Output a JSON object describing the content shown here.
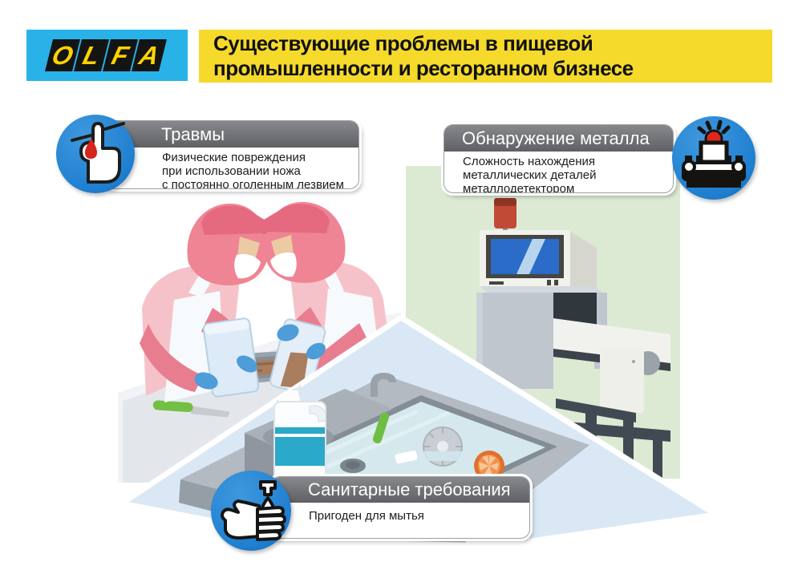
{
  "header": {
    "logo": {
      "brand": "OLFA",
      "letters": [
        "O",
        "L",
        "F",
        "A"
      ]
    },
    "title": {
      "line1": "Существующие проблемы в пищевой",
      "line2": "промышленности и ресторанном бизнесе"
    }
  },
  "callouts": [
    {
      "title": "Травмы",
      "body_lines": [
        "Физические повреждения",
        "при использовании ножа",
        "с постоянно оголенным лезвием"
      ],
      "icon": "cut-finger-icon"
    },
    {
      "title": "Обнаружение металла",
      "body_lines": [
        "Сложность нахождения",
        "металлических деталей",
        "металлодетектором"
      ],
      "icon": "metal-detector-icon"
    },
    {
      "title": "Санитарные требования",
      "body_lines": [
        "Пригоден для мытья"
      ],
      "icon": "hand-washing-icon"
    }
  ],
  "colors": {
    "brand_yellow": "#f5da2b",
    "brand_cyan": "#29b2e8",
    "logo_letter_yellow": "#ffd400",
    "callout_blue": "#1f7fd0",
    "header_gray": "#6d6f72",
    "green_bg": "#dcead4",
    "sink_blue_bg": "#d9e8f4",
    "alarm_red": "#c14a36",
    "worker_pink": "#ef8494",
    "glove_blue": "#4e9cd8"
  }
}
